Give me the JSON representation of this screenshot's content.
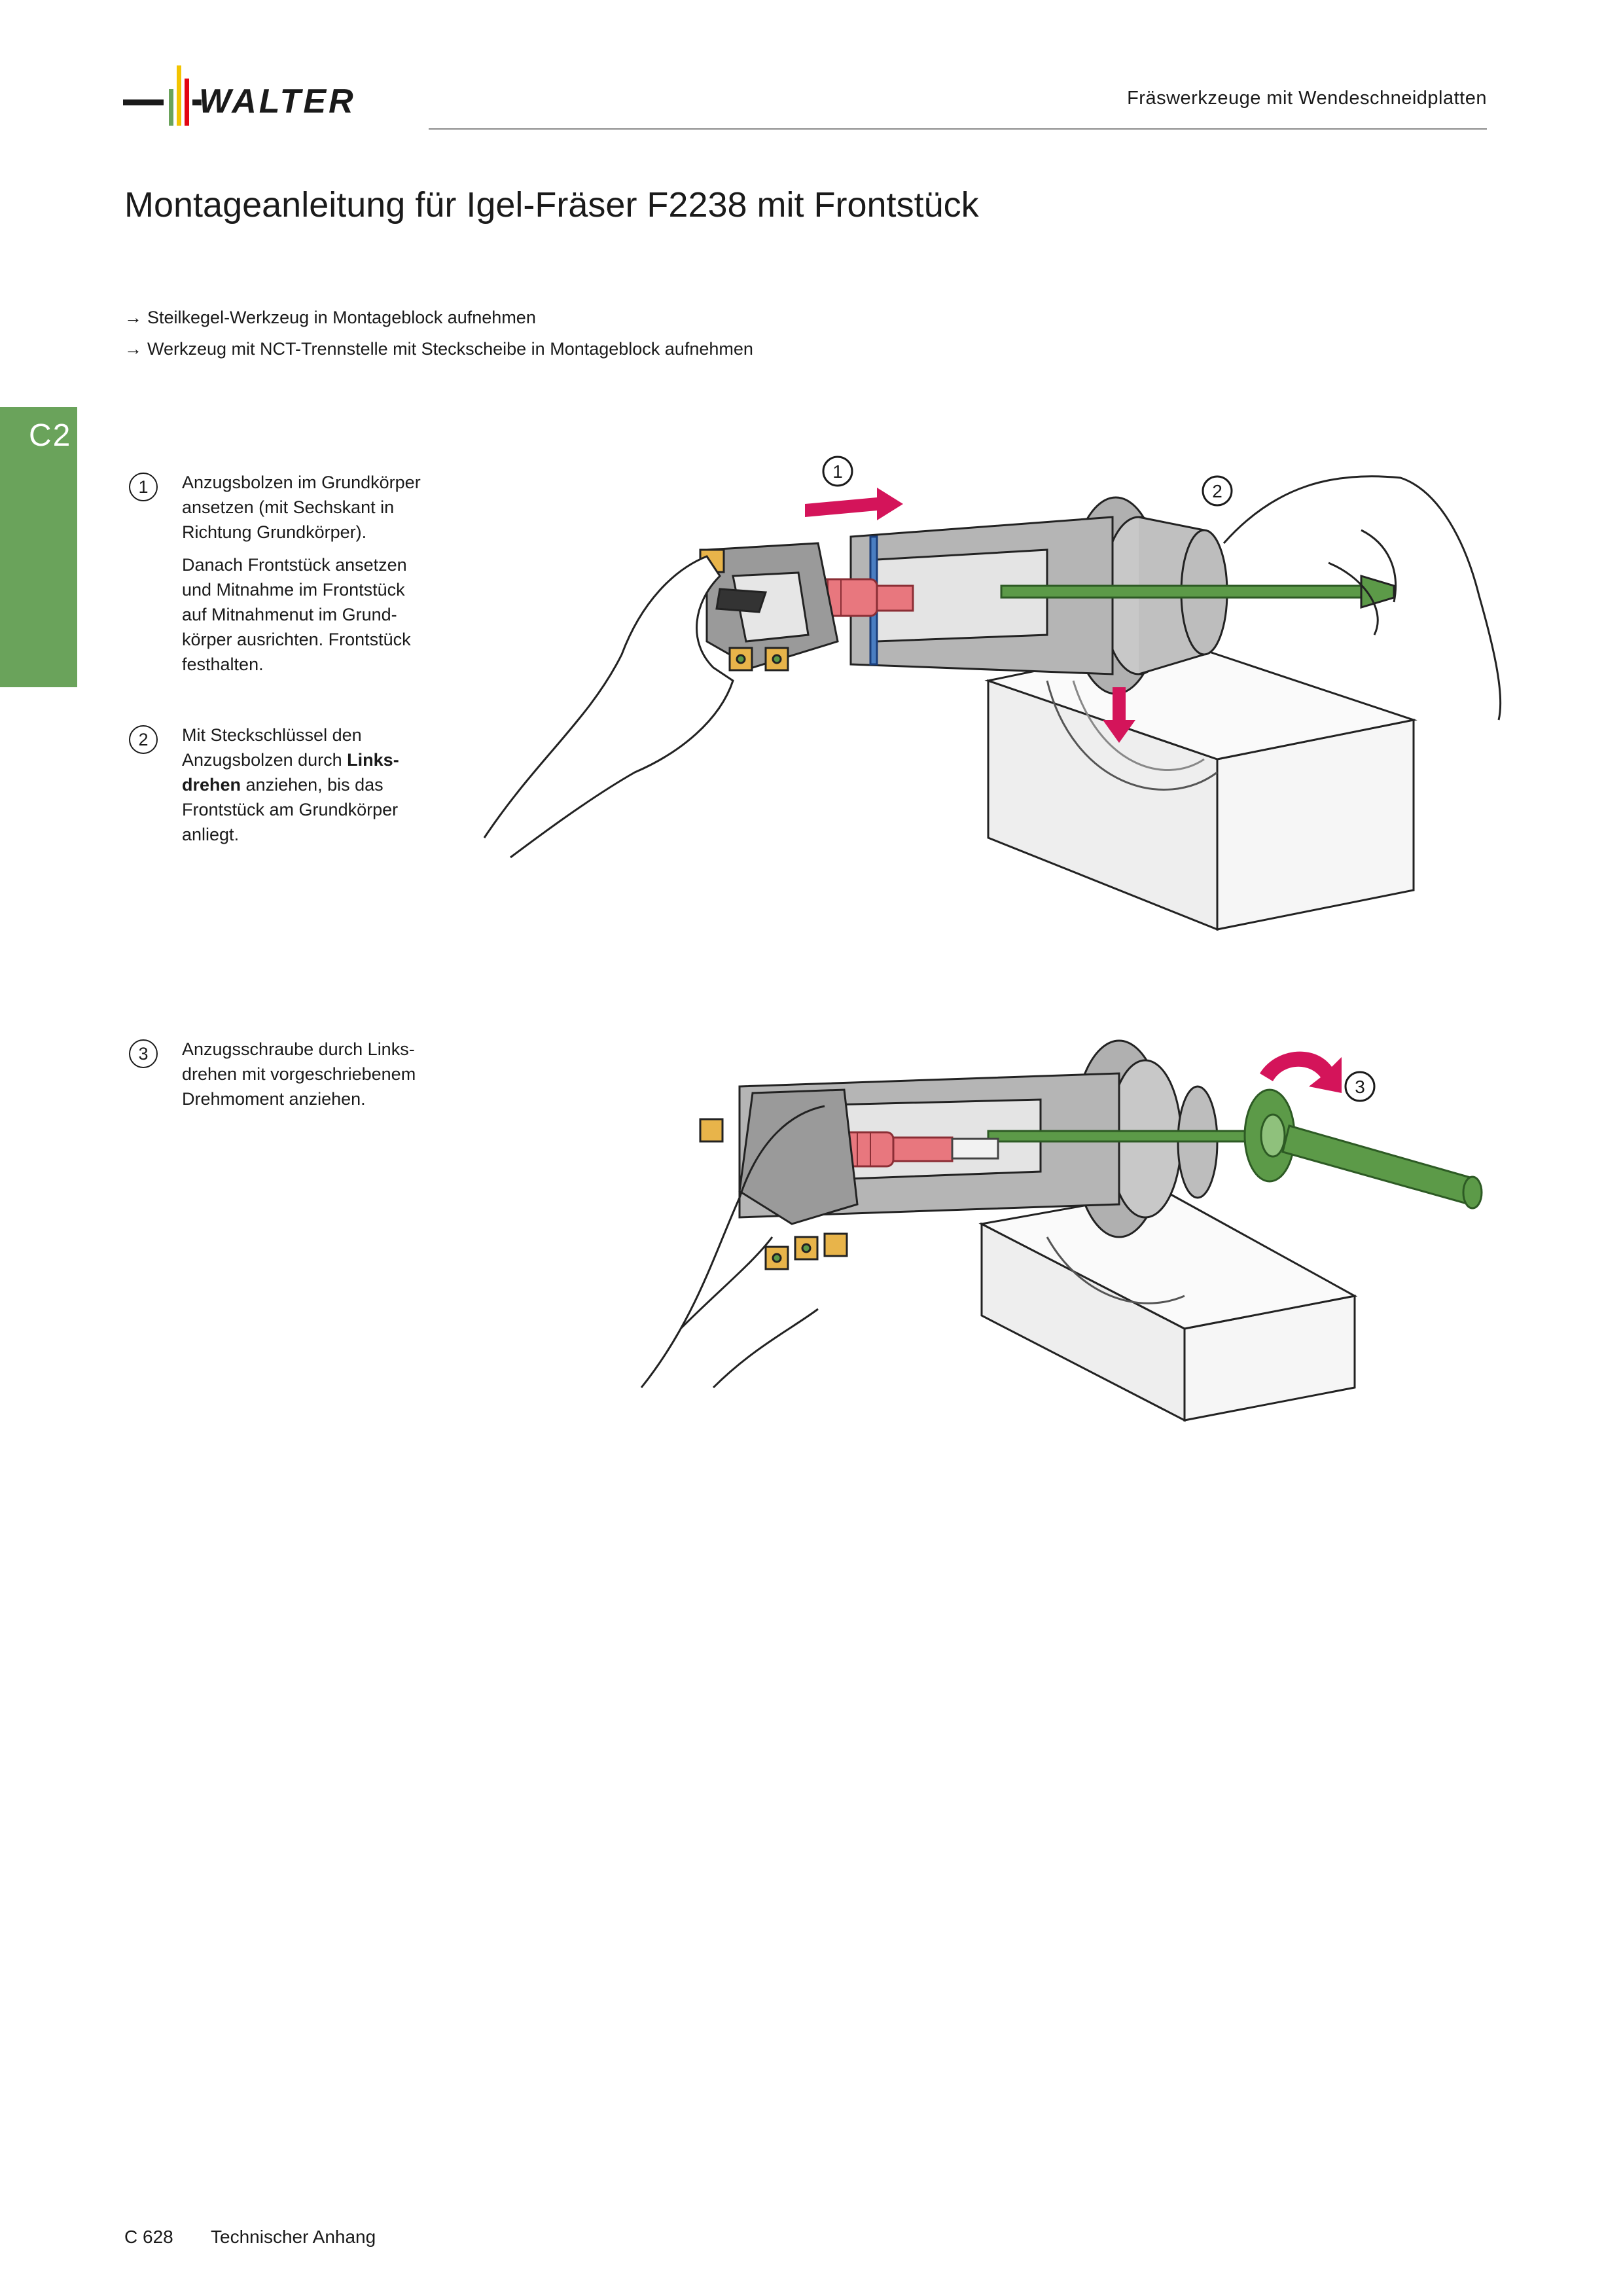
{
  "brand": {
    "name": "WALTER",
    "stripe_colors": [
      "#e30613",
      "#f3c400",
      "#6aa35b"
    ]
  },
  "header": {
    "title": "Fräswerkzeuge mit Wendeschneidplatten"
  },
  "page_title": "Montageanleitung für Igel-Fräser F2238 mit Frontstück",
  "intro": {
    "arrow": "→",
    "items": [
      "Steilkegel-Werkzeug in Montageblock aufnehmen",
      "Werkzeug mit NCT-Trennstelle mit Steckscheibe in Montageblock aufnehmen"
    ]
  },
  "side_tab": {
    "label": "C2",
    "color": "#6aa35b"
  },
  "steps": [
    {
      "number": "1",
      "paragraphs": [
        "Anzugsbolzen im Grundkörper ansetzen (mit Sechskant in Richtung Grundkörper).",
        "Danach Frontstück ansetzen und Mitnahme im Frontstück auf Mitnahmenut im Grund­körper ausrichten. Frontstück festhalten."
      ]
    },
    {
      "number": "2",
      "text_before": "Mit Steckschlüssel den Anzugsbolzen durch ",
      "text_bold": "Links­drehen",
      "text_after": " anziehen, bis das Frontstück am Grundkörper anliegt."
    },
    {
      "number": "3",
      "text": "Anzugsschraube durch Links­drehen mit vorgeschriebenem Drehmoment anziehen."
    }
  ],
  "figure_callouts": [
    "1",
    "2",
    "3"
  ],
  "colors": {
    "arrow_red": "#d4145a",
    "bolt_pink": "#e8777e",
    "shaft_green": "#5c9a48",
    "insert_gold": "#e8b44a",
    "body_gray": "#a8a8a8",
    "block_light": "#eeeeee"
  },
  "footer": {
    "page_number": "C 628",
    "section": "Technischer Anhang"
  }
}
